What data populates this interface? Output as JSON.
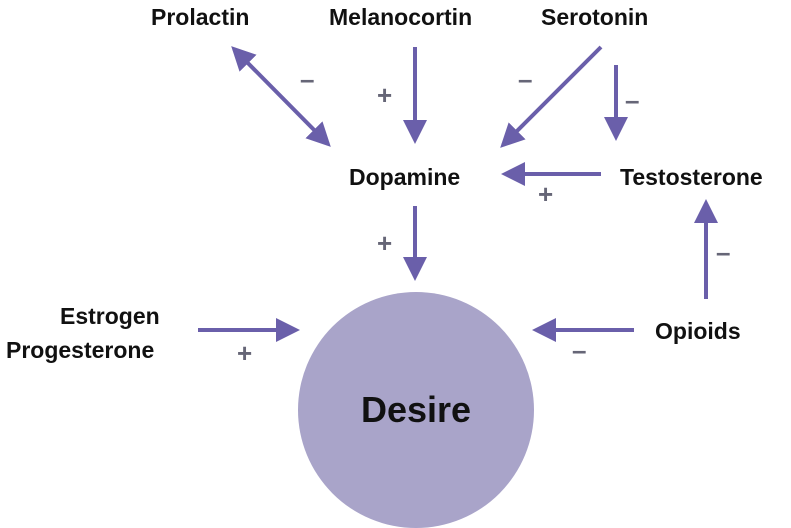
{
  "colors": {
    "arrow": "#6a5faa",
    "circle": "#a9a4c9",
    "sign": "#666677",
    "text": "#111111"
  },
  "nodes": {
    "prolactin": "Prolactin",
    "melanocortin": "Melanocortin",
    "serotonin": "Serotonin",
    "dopamine": "Dopamine",
    "testosterone": "Testosterone",
    "estrogen": "Estrogen",
    "progesterone": "Progesterone",
    "opioids": "Opioids",
    "desire": "Desire"
  },
  "edges": [
    {
      "from": "Prolactin",
      "to": "Dopamine",
      "sign": "–",
      "bidirectional": true
    },
    {
      "from": "Melanocortin",
      "to": "Dopamine",
      "sign": "+"
    },
    {
      "from": "Serotonin",
      "to": "Dopamine",
      "sign": "–"
    },
    {
      "from": "Serotonin",
      "to": "Testosterone",
      "sign": "–"
    },
    {
      "from": "Testosterone",
      "to": "Dopamine",
      "sign": "+"
    },
    {
      "from": "Dopamine",
      "to": "Desire",
      "sign": "+"
    },
    {
      "from": "Estrogen / Progesterone",
      "to": "Desire",
      "sign": "+"
    },
    {
      "from": "Opioids",
      "to": "Desire",
      "sign": "–"
    },
    {
      "from": "Opioids",
      "to": "Testosterone",
      "sign": "–"
    }
  ]
}
